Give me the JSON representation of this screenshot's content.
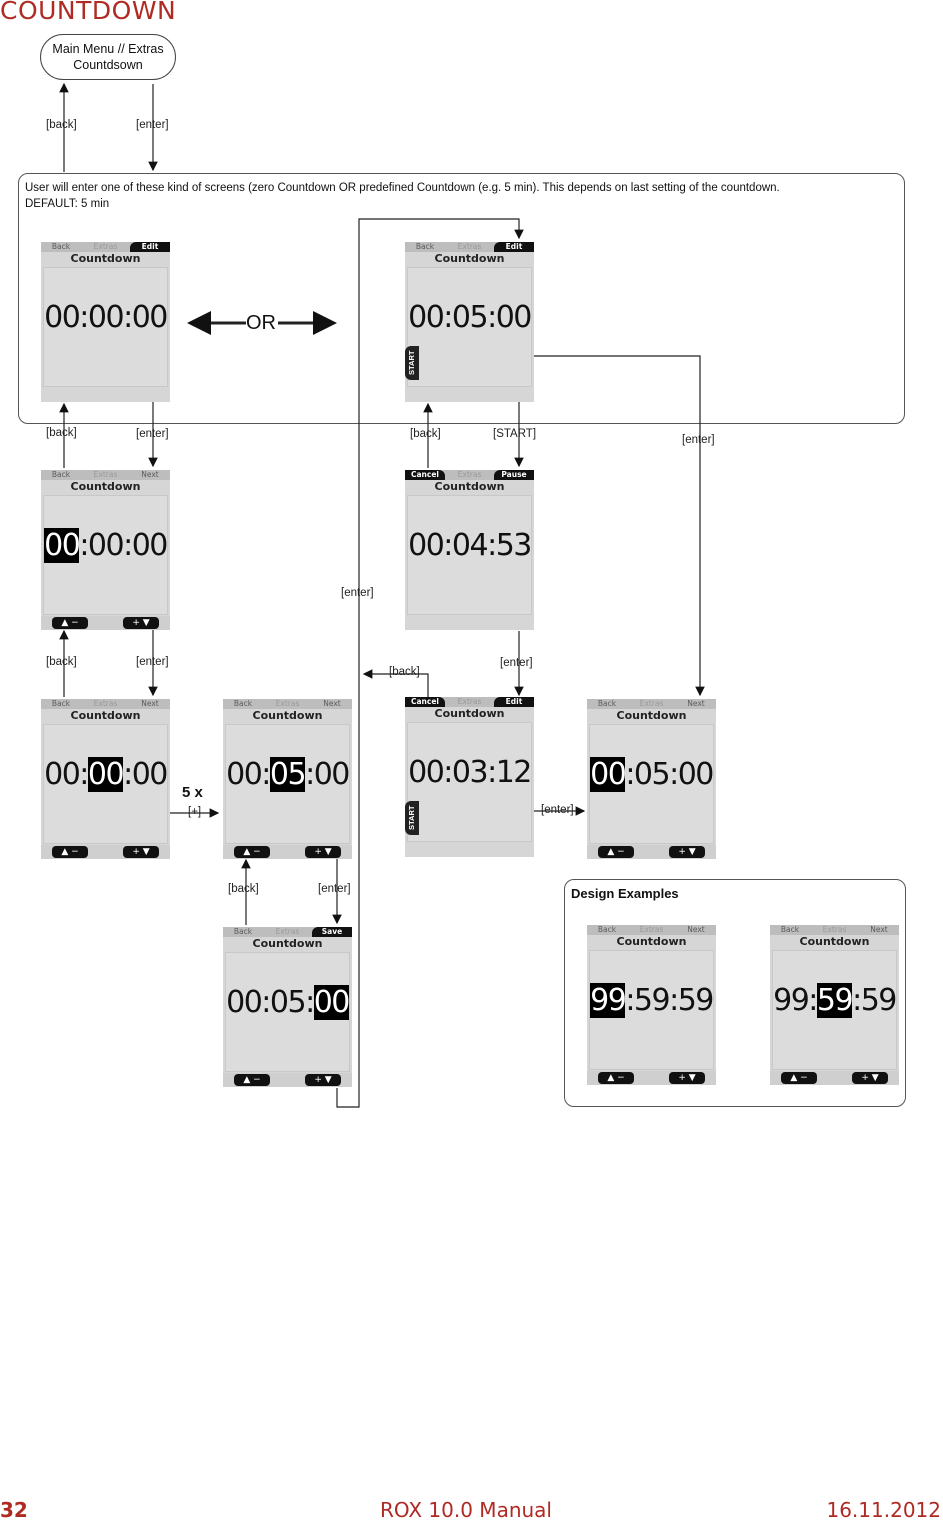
{
  "page_title": "COUNTDOWN",
  "menu_box": {
    "line1": "Main Menu // Extras",
    "line2": "Countdsown"
  },
  "info_box": {
    "line1": "User will enter one of these kind of screens (zero Countdown OR predefined Countdown (e.g. 5 min). This depends on last setting of the countdown.",
    "line2": "DEFAULT: 5 min"
  },
  "labels": {
    "back": "[back]",
    "enter": "[enter]",
    "start": "[START]",
    "plus": "[+]",
    "five_x": "5 x",
    "or": "OR"
  },
  "screens": {
    "s1": {
      "left": "Back",
      "mid": "Extras",
      "right": "Edit",
      "title": "Countdown",
      "time": "00:00:00"
    },
    "s2": {
      "left": "Back",
      "mid": "Extras",
      "right": "Edit",
      "title": "Countdown",
      "time": "00:05:00",
      "start": "START"
    },
    "s3": {
      "left": "Back",
      "mid": "Extras",
      "right": "Next",
      "title": "Countdown",
      "hl": "00",
      "rest": ":00:00",
      "minus": "▲ −",
      "plus": "+ ▼"
    },
    "s4": {
      "left": "Cancel",
      "mid": "Extras",
      "right": "Pause",
      "title": "Countdown",
      "time": "00:04:53"
    },
    "s5": {
      "left": "Back",
      "mid": "Extras",
      "right": "Next",
      "title": "Countdown",
      "pre": "00:",
      "hl": "00",
      "post": ":00",
      "minus": "▲ −",
      "plus": "+ ▼"
    },
    "s6": {
      "left": "Back",
      "mid": "Extras",
      "right": "Next",
      "title": "Countdown",
      "pre": "00:",
      "hl": "05",
      "post": ":00",
      "minus": "▲ −",
      "plus": "+ ▼"
    },
    "s7": {
      "left": "Cancel",
      "mid": "Extras",
      "right": "Edit",
      "title": "Countdown",
      "time": "00:03:12",
      "start": "START"
    },
    "s8": {
      "left": "Back",
      "mid": "Extras",
      "right": "Next",
      "title": "Countdown",
      "hl": "00",
      "rest": ":05:00",
      "minus": "▲ −",
      "plus": "+ ▼"
    },
    "s9": {
      "left": "Back",
      "mid": "Extras",
      "right": "Save",
      "title": "Countdown",
      "pre": "00:05:",
      "hl": "00",
      "minus": "▲ −",
      "plus": "+ ▼"
    },
    "d1": {
      "left": "Back",
      "mid": "Extras",
      "right": "Next",
      "title": "Countdown",
      "hl": "99",
      "rest": ":59:59",
      "minus": "▲ −",
      "plus": "+ ▼"
    },
    "d2": {
      "left": "Back",
      "mid": "Extras",
      "right": "Next",
      "title": "Countdown",
      "pre": "99:",
      "hl": "59",
      "post": ":59",
      "minus": "▲ −",
      "plus": "+ ▼"
    }
  },
  "design_examples_title": "Design Examples",
  "footer": {
    "page": "32",
    "manual": "ROX 10.0 Manual",
    "date": "16.11.2012"
  }
}
